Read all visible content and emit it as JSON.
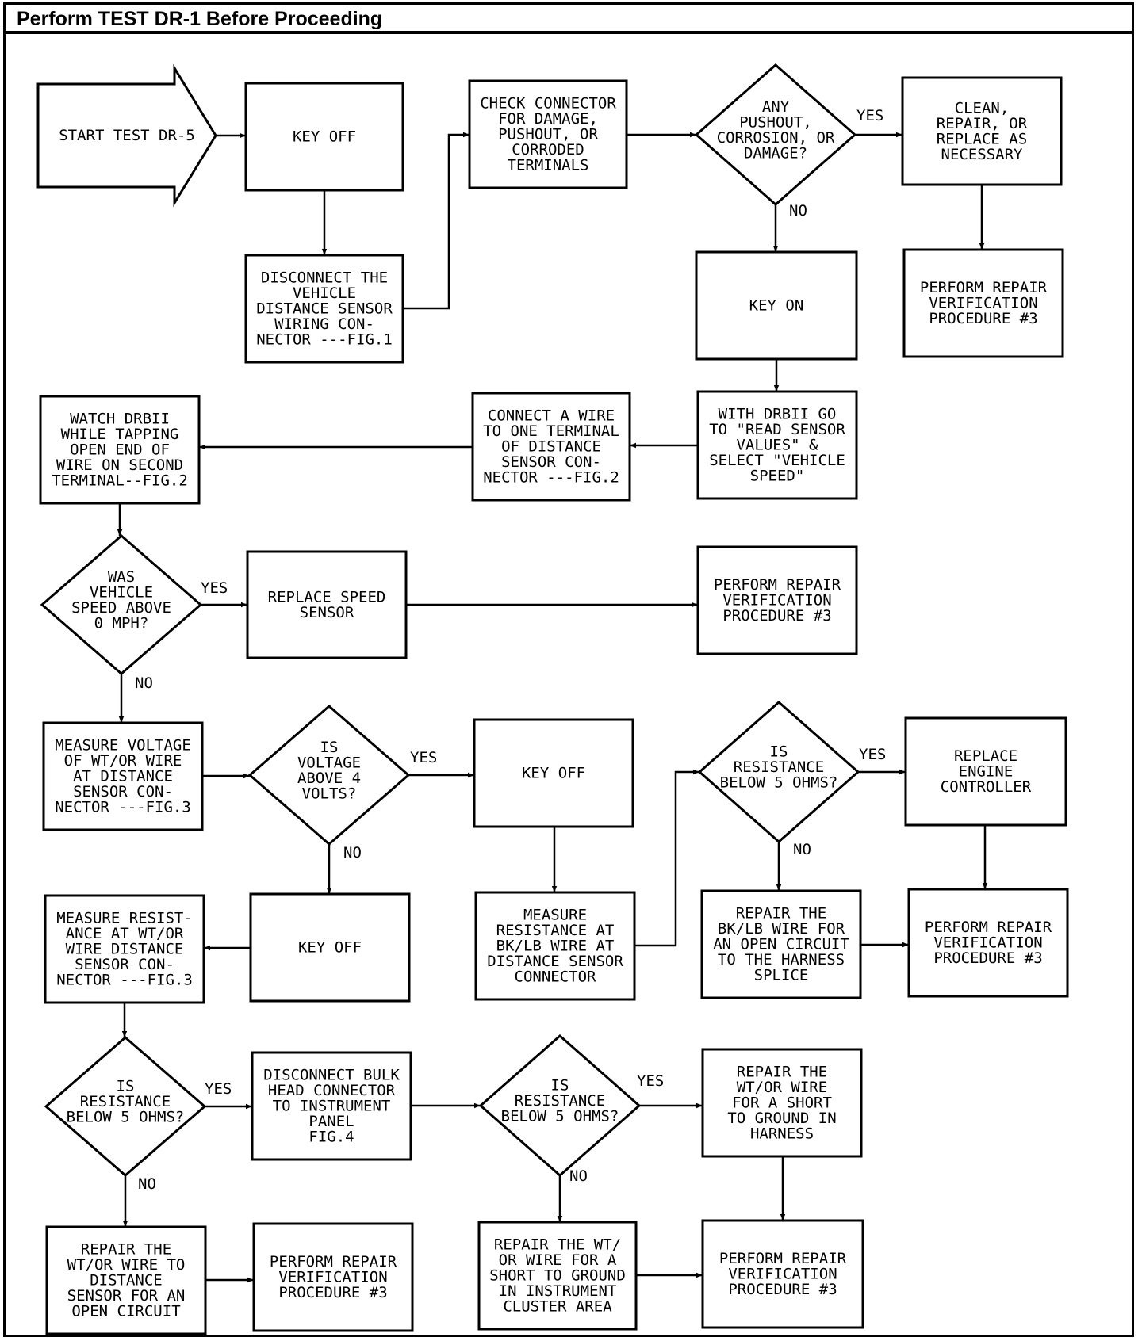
{
  "title": "Perform TEST DR-1 Before Proceeding",
  "nodes": {
    "start": "START TEST DR-5",
    "key_off_1": "KEY OFF",
    "disconnect_vds": "DISCONNECT THE\nVEHICLE\nDISTANCE SENSOR\nWIRING CON-\nNECTOR ---FIG.1",
    "check_connector": "CHECK CONNECTOR\nFOR DAMAGE,\nPUSHOUT, OR\nCORRODED\nTERMINALS",
    "any_pushout": "ANY\nPUSHOUT,\nCORROSION, OR\nDAMAGE?",
    "clean_repair": "CLEAN,\nREPAIR, OR\nREPLACE AS\nNECESSARY",
    "verify_1": "PERFORM REPAIR\nVERIFICATION\nPROCEDURE #3",
    "key_on": "KEY ON",
    "drbii_read": "WITH DRBII GO\nTO \"READ SENSOR\nVALUES\" &\nSELECT \"VEHICLE\nSPEED\"",
    "connect_wire": "CONNECT A WIRE\nTO ONE TERMINAL\nOF DISTANCE\nSENSOR CON-\nNECTOR ---FIG.2",
    "watch_drbii": "WATCH DRBII\nWHILE TAPPING\nOPEN END OF\nWIRE ON SECOND\nTERMINAL--FIG.2",
    "was_speed": "WAS\nVEHICLE\nSPEED ABOVE\n0 MPH?",
    "replace_sensor": "REPLACE SPEED\nSENSOR",
    "verify_2": "PERFORM REPAIR\nVERIFICATION\nPROCEDURE #3",
    "measure_voltage": "MEASURE VOLTAGE\nOF WT/OR WIRE\nAT DISTANCE\nSENSOR CON-\nNECTOR ---FIG.3",
    "voltage_above": "IS\nVOLTAGE\nABOVE 4\nVOLTS?",
    "key_off_2": "KEY OFF",
    "measure_bk_lb": "MEASURE\nRESISTANCE AT\nBK/LB WIRE AT\nDISTANCE SENSOR\nCONNECTOR",
    "res_below_1": "IS\nRESISTANCE\nBELOW 5 OHMS?",
    "replace_engine": "REPLACE\nENGINE\nCONTROLLER",
    "repair_bk_lb": "REPAIR THE\nBK/LB WIRE FOR\nAN OPEN CIRCUIT\nTO THE HARNESS\nSPLICE",
    "verify_3": "PERFORM REPAIR\nVERIFICATION\nPROCEDURE #3",
    "key_off_3": "KEY OFF",
    "measure_res_wt": "MEASURE RESIST-\nANCE AT WT/OR\nWIRE DISTANCE\nSENSOR CON-\nNECTOR ---FIG.3",
    "res_below_2": "IS\nRESISTANCE\nBELOW 5 OHMS?",
    "disconnect_bulk": "DISCONNECT BULK\nHEAD CONNECTOR\nTO INSTRUMENT\nPANEL\nFIG.4",
    "res_below_3": "IS\nRESISTANCE\nBELOW 5 OHMS?",
    "repair_short_harness": "REPAIR THE\nWT/OR WIRE\nFOR A SHORT\nTO GROUND IN\nHARNESS",
    "repair_open_wt": "REPAIR THE\nWT/OR WIRE TO\nDISTANCE\nSENSOR FOR AN\nOPEN CIRCUIT",
    "verify_4": "PERFORM REPAIR\nVERIFICATION\nPROCEDURE #3",
    "repair_short_cluster": "REPAIR THE WT/\nOR WIRE FOR A\nSHORT TO GROUND\nIN INSTRUMENT\nCLUSTER AREA",
    "verify_5": "PERFORM REPAIR\nVERIFICATION\nPROCEDURE #3"
  },
  "labels": {
    "yes": "YES",
    "no": "NO"
  }
}
